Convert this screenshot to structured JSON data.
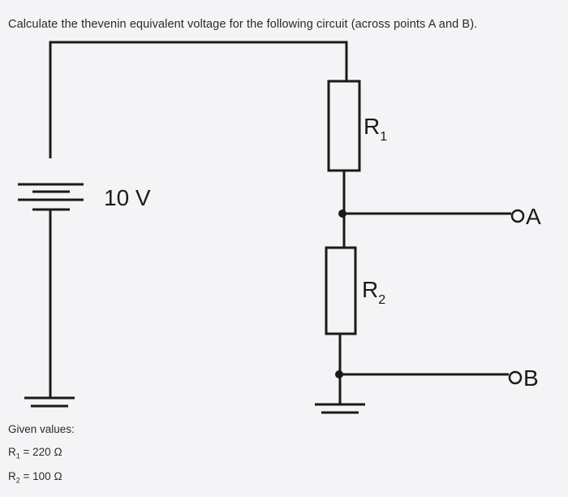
{
  "question": "Calculate the thevenin equivalent voltage for the following circuit (across points A and B).",
  "source_label": "10 V",
  "resistors": [
    {
      "symbol": "R",
      "subscript": "1"
    },
    {
      "symbol": "R",
      "subscript": "2"
    }
  ],
  "terminals": {
    "a": "A",
    "b": "B"
  },
  "given": {
    "heading": "Given values:",
    "r1": {
      "symbol": "R",
      "subscript": "1",
      "value": "= 220 Ω"
    },
    "r2": {
      "symbol": "R",
      "subscript": "2",
      "value": "= 100 Ω"
    }
  },
  "colors": {
    "wire": "#1a1a1a",
    "background": "#f4f4f6"
  }
}
